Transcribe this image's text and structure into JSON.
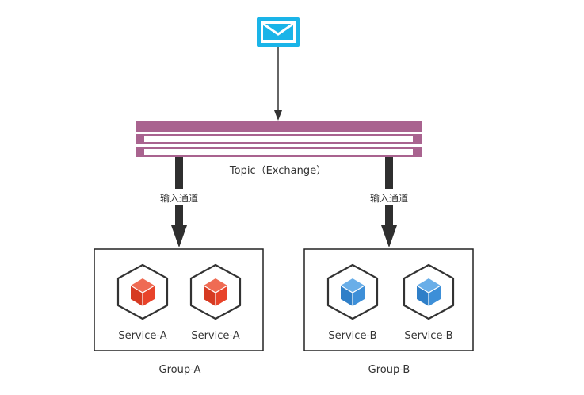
{
  "exchange": {
    "label": "Topic（Exchange）"
  },
  "channels": {
    "left": {
      "label": "输入通道"
    },
    "right": {
      "label": "输入通道"
    }
  },
  "groups": [
    {
      "label": "Group-A",
      "services": [
        {
          "label": "Service-A"
        },
        {
          "label": "Service-A"
        }
      ]
    },
    {
      "label": "Group-B",
      "services": [
        {
          "label": "Service-B"
        },
        {
          "label": "Service-B"
        }
      ]
    }
  ],
  "icons": {
    "message": "envelope-icon",
    "service_a": "cube-icon-red",
    "service_b": "cube-icon-blue"
  },
  "colors": {
    "envelope": "#1ab4e8",
    "exchange_bar": "#a9638f",
    "arrow": "#2f2f2f",
    "cube_red": "#e8432a",
    "cube_blue": "#3d8fd8",
    "box_border": "#222222"
  }
}
